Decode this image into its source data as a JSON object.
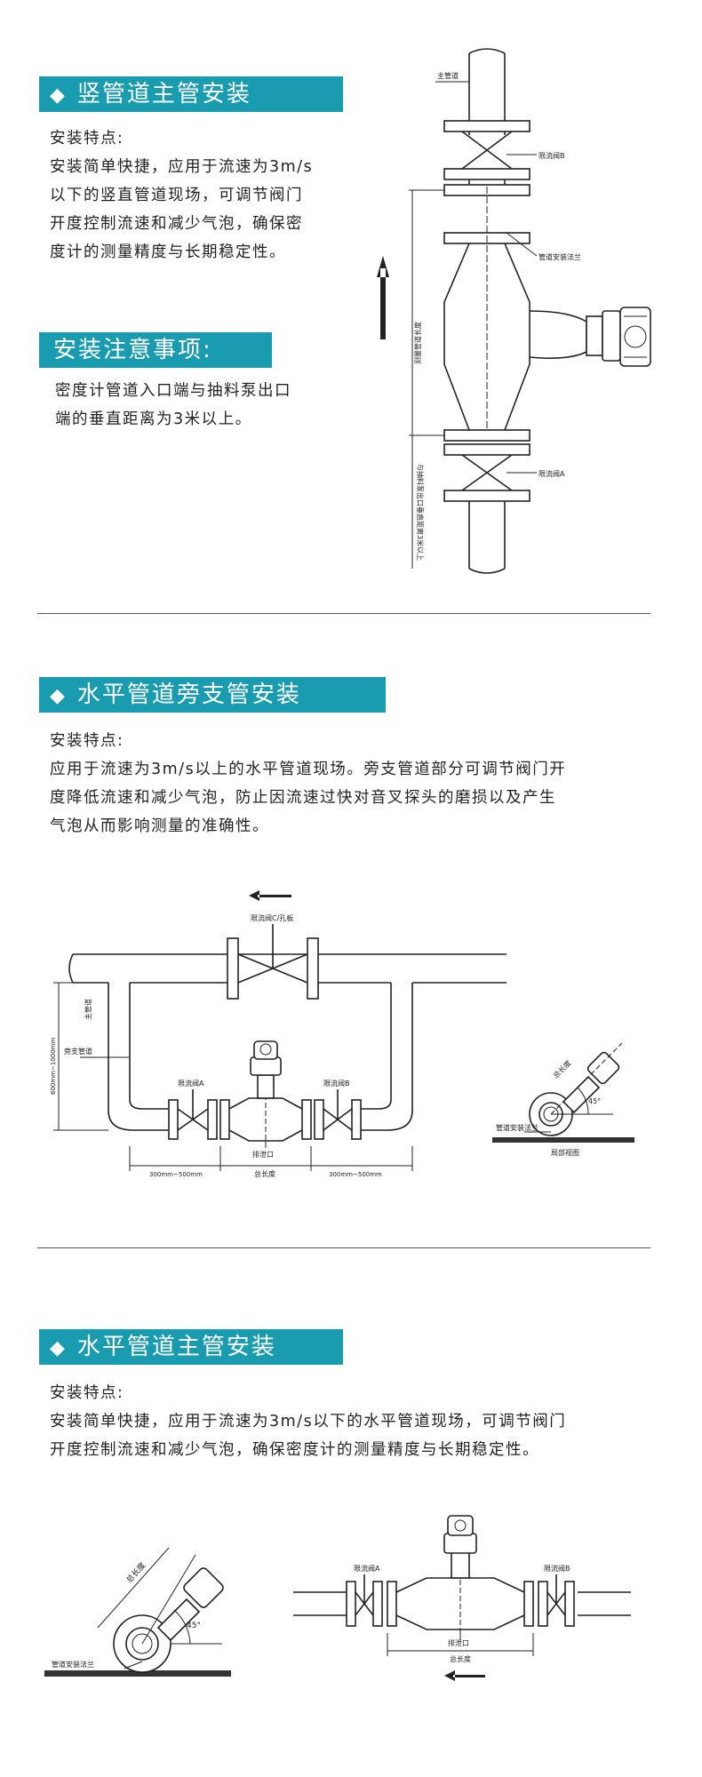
{
  "sections": [
    {
      "title": "竖管道主管安装",
      "feature_label": "安装特点:",
      "feature_lines": [
        "安装简单快捷，应用于流速为3m/s",
        "以下的竖直管道现场，可调节阀门",
        "开度控制流速和减少气泡，确保密",
        "度计的测量精度与长期稳定性。"
      ],
      "note_title": "安装注意事项:",
      "note_lines": [
        "密度计管道入口端与抽料泵出口",
        "端的垂直距离为3米以上。"
      ],
      "diagram": {
        "main_pipe": "主管道",
        "valve_b": "限流阀B",
        "flange": "管道安装法兰",
        "total_length": "测量管道长度",
        "valve_a": "限流阀A",
        "vertical_note": "与抽料泵出口垂直距离3米以上"
      }
    },
    {
      "title": "水平管道旁支管安装",
      "feature_label": "安装特点:",
      "feature_lines": [
        "应用于流速为3m/s以上的水平管道现场。旁支管道部分可调节阀门开",
        "度降低流速和减少气泡，防止因流速过快对音叉探头的磨损以及产生",
        "气泡从而影响测量的准确性。"
      ],
      "diagram": {
        "valve_c": "限流阀C/孔板",
        "main_pipe": "主管道",
        "branch_pipe": "旁支管道",
        "height_range": "600mm~1000mm",
        "valve_a": "限流阀A",
        "valve_b": "限流阀B",
        "drain": "排泄口",
        "total_length": "总长度",
        "left_dim": "300mm~500mm",
        "right_dim": "300mm~500mm",
        "detail_total": "总长度",
        "detail_flange": "管道安装法兰",
        "detail_angle": "45°",
        "detail_caption": "局部视图"
      }
    },
    {
      "title": "水平管道主管安装",
      "feature_label": "安装特点:",
      "feature_lines": [
        "安装简单快捷，应用于流速为3m/s以下的水平管道现场，可调节阀门",
        "开度控制流速和减少气泡，确保密度计的测量精度与长期稳定性。"
      ],
      "diagram": {
        "detail_total": "总长度",
        "detail_angle": "45°",
        "detail_flange": "管道安装法兰",
        "valve_a": "限流阀A",
        "valve_b": "限流阀B",
        "drain": "排泄口",
        "total_length": "总长度"
      }
    }
  ]
}
